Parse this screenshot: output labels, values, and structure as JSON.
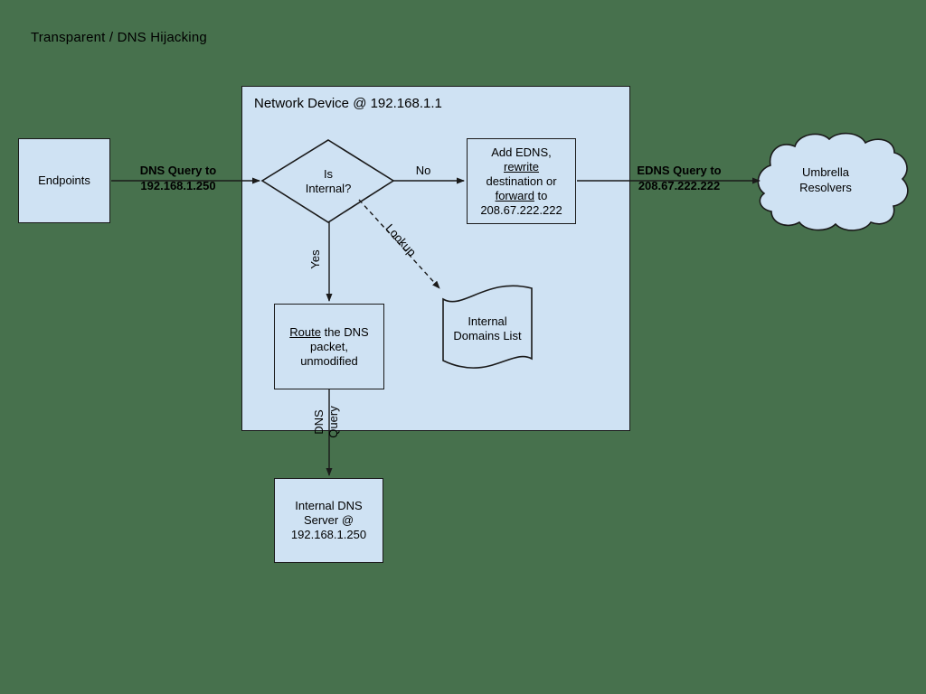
{
  "title": "Transparent / DNS Hijacking",
  "network_device": {
    "label": "Network Device @ 192.168.1.1"
  },
  "endpoints": {
    "label": "Endpoints"
  },
  "decision": {
    "line1": "Is",
    "line2": "Internal?"
  },
  "add_edns": {
    "line1": "Add EDNS,",
    "line2_underline": "rewrite",
    "line3": "destination or",
    "line4_underline": "forward",
    "line4_rest": " to",
    "line5": "208.67.222.222"
  },
  "route": {
    "line1_underline": "Route",
    "line1_rest": " the DNS",
    "line2": "packet,",
    "line3": "unmodified"
  },
  "domains_list": {
    "line1": "Internal",
    "line2": "Domains List"
  },
  "internal_dns": {
    "line1": "Internal DNS",
    "line2": "Server @",
    "line3": "192.168.1.250"
  },
  "cloud": {
    "line1": "Umbrella",
    "line2": "Resolvers"
  },
  "edge_labels": {
    "dns_query": {
      "line1": "DNS Query to",
      "line2": "192.168.1.250"
    },
    "edns_query": {
      "line1": "EDNS Query to",
      "line2": "208.67.222.222"
    },
    "no": "No",
    "yes": "Yes",
    "lookup": "Lookup",
    "dns_query_vertical": {
      "line1": "DNS",
      "line2": "Query"
    }
  },
  "colors": {
    "background": "#47714D",
    "shape_fill": "#CFE2F3",
    "stroke": "#1A1A1A",
    "text": "#000000"
  }
}
